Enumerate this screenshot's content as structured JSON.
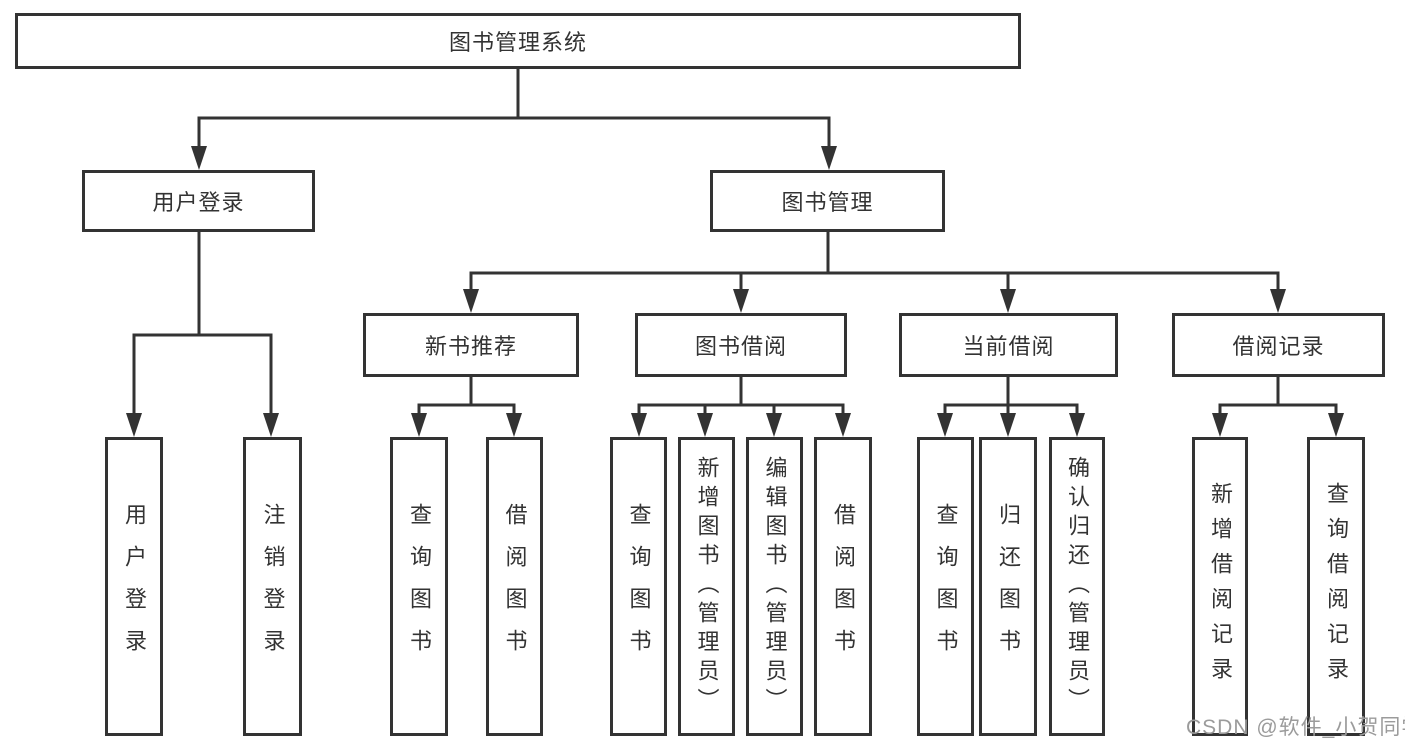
{
  "diagram": {
    "title": "图书管理系统",
    "root": {
      "label": "图书管理系统"
    },
    "level2": [
      {
        "label": "用户登录"
      },
      {
        "label": "图书管理"
      }
    ],
    "level3": [
      {
        "label": "新书推荐"
      },
      {
        "label": "图书借阅"
      },
      {
        "label": "当前借阅"
      },
      {
        "label": "借阅记录"
      }
    ],
    "leaves": {
      "user_login": "用户登录",
      "logout": "注销登录",
      "newbook_query": "查询图书",
      "newbook_borrow": "借阅图书",
      "borrow_query": "查询图书",
      "borrow_add": "新增图书（管理员）",
      "borrow_edit": "编辑图书（管理员）",
      "borrow_lend": "借阅图书",
      "current_query": "查询图书",
      "current_return": "归还图书",
      "current_confirm": "确认归还（管理员）",
      "record_add": "新增借阅记录",
      "record_query": "查询借阅记录"
    }
  },
  "watermark": "CSDN @软件_小贺同学",
  "colors": {
    "line": "#333333",
    "box_border": "#333333",
    "text": "#333333",
    "watermark": "#9b9b9b",
    "background": "#ffffff"
  }
}
